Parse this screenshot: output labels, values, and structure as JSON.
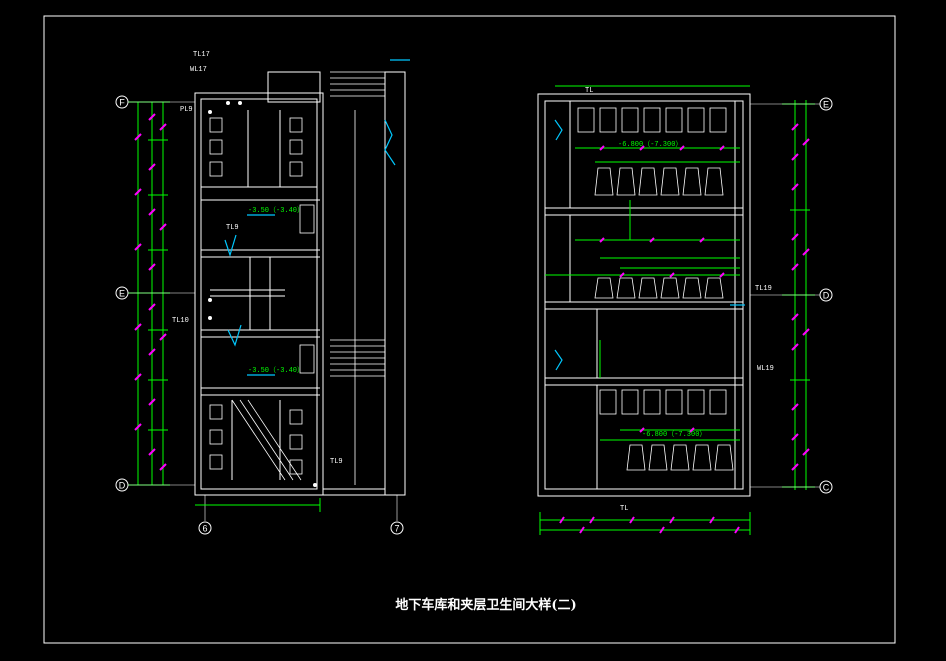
{
  "title": "地下车库和夹层卫生间大样(二)",
  "colors": {
    "background": "#000000",
    "frame": "#ffffff",
    "wall": "#ffffff",
    "dimension": "#00ff00",
    "tick": "#ff00ff",
    "accent": "#00c8ff"
  },
  "left_plan": {
    "pipe_labels": [
      "TL17",
      "WL17",
      "PL9",
      "TL9",
      "TL10",
      "TL9"
    ],
    "level_labels": [
      "-3.50（-3.40）",
      "-3.50（-3.40）"
    ],
    "grid_bubbles": [
      "F",
      "E",
      "D",
      "6",
      "7"
    ]
  },
  "right_plan": {
    "pipe_labels": [
      "TL",
      "TL19",
      "WL19",
      "TL"
    ],
    "level_labels": [
      "-6.800（-7.300）",
      "-6.800（-7.300）"
    ],
    "grid_bubbles": [
      "E",
      "D",
      "C"
    ]
  }
}
